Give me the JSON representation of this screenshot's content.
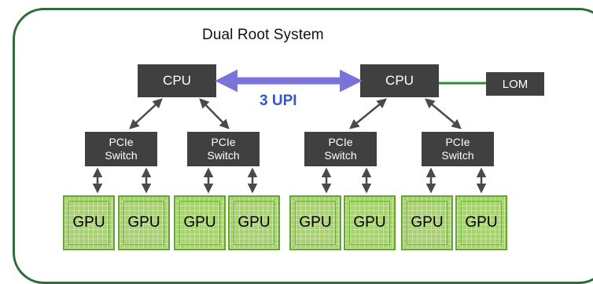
{
  "diagram": {
    "title": "Dual Root System",
    "cpus": [
      {
        "label": "CPU"
      },
      {
        "label": "CPU"
      }
    ],
    "lom": {
      "label": "LOM"
    },
    "interconnect": {
      "label": "3 UPI"
    },
    "switches": [
      {
        "line1": "PCIe",
        "line2": "Switch"
      },
      {
        "line1": "PCIe",
        "line2": "Switch"
      },
      {
        "line1": "PCIe",
        "line2": "Switch"
      },
      {
        "line1": "PCIe",
        "line2": "Switch"
      }
    ],
    "gpus": [
      {
        "label": "GPU"
      },
      {
        "label": "GPU"
      },
      {
        "label": "GPU"
      },
      {
        "label": "GPU"
      },
      {
        "label": "GPU"
      },
      {
        "label": "GPU"
      },
      {
        "label": "GPU"
      },
      {
        "label": "GPU"
      }
    ],
    "colors": {
      "frame": "#2f6b3b",
      "box": "#404040",
      "upi": "#7b73d9",
      "upi_text": "#2f55d4",
      "gpu_fill": "#a6d36a",
      "gpu_border": "#63a72e",
      "lom_link": "#2e8b3a"
    }
  }
}
